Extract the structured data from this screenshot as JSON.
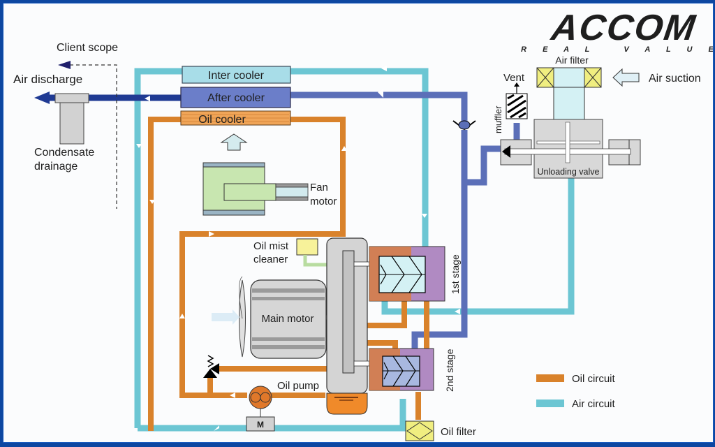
{
  "brand": {
    "name": "ACCOM",
    "tagline": "R E A L   V A L U E"
  },
  "labels": {
    "client_scope": "Client scope",
    "air_discharge": "Air discharge",
    "condensate_line1": "Condensate",
    "condensate_line2": "drainage",
    "inter_cooler": "Inter cooler",
    "after_cooler": "After cooler",
    "oil_cooler": "Oil cooler",
    "fan_motor_line1": "Fan",
    "fan_motor_line2": "motor",
    "air_filter": "Air filter",
    "air_suction": "Air suction",
    "vent": "Vent",
    "muffler": "muffler",
    "unloading_valve": "Unloading valve",
    "oil_mist_line1": "Oil mist",
    "oil_mist_line2": "cleaner",
    "main_motor": "Main motor",
    "first_stage": "1st stage",
    "second_stage": "2nd stage",
    "oil_pump": "Oil pump",
    "pump_motor": "M",
    "oil_filter": "Oil filter"
  },
  "legend": [
    {
      "label": "Oil circuit",
      "color": "#d9822b"
    },
    {
      "label": "Air circuit",
      "color": "#6cc6d3"
    }
  ],
  "colors": {
    "oil": "#d9822b",
    "air_intake": "#6cc6d3",
    "air_compressed": "#5b6fb8",
    "air_discharge": "#1f3a93",
    "frame": "#0d47a1"
  }
}
